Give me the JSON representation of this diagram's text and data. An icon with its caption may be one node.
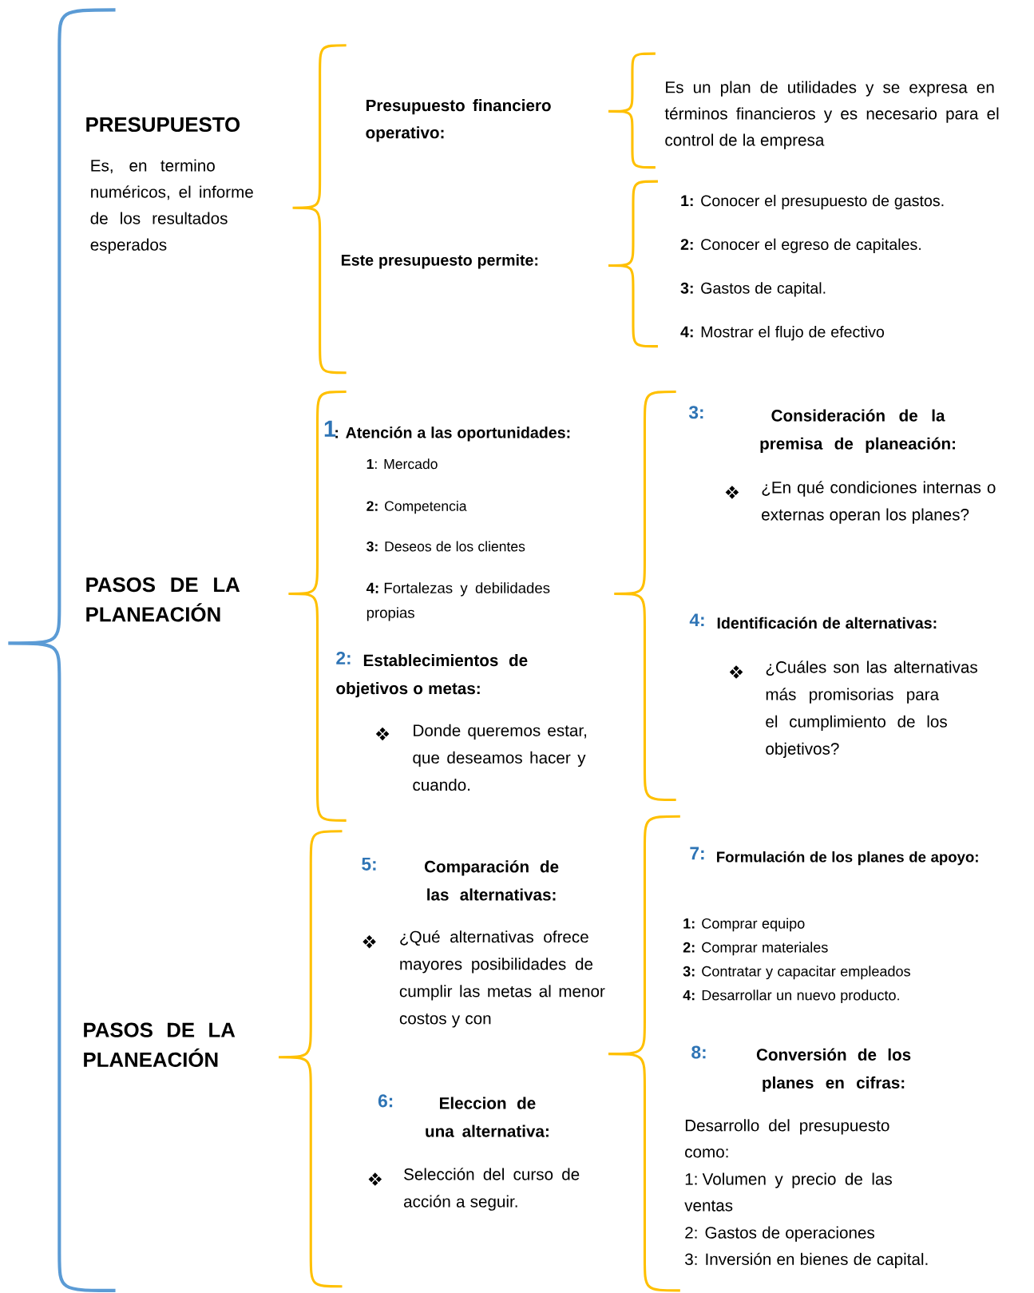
{
  "diagram": {
    "labels": [
      "PRESUPUESTO",
      "Es, en termino numéricos, el informe de los resultados esperados",
      "Presupuesto financiero operativo:",
      "Es un plan de utilidades y se expresa en términos financieros y es necesario para el control de la empresa",
      "Este presupuesto permite:",
      "**1:** Conocer el presupuesto de gastos.",
      "**2:** Conocer el egreso de capitales.",
      "**3:** Gastos de capital.",
      "**4:** Mostrar el flujo de efectivo",
      "PASOS DE LA PLANEACIÓN",
      "1",
      ": Atención a las oportunidades:",
      "**1**: Mercado",
      "**2:** Competencia",
      "**3:** Deseos de los clientes",
      "**4:** Fortalezas y debilidades propias",
      "2:",
      "Establecimientos de objetivos o metas:",
      "Donde queremos estar, que deseamos hacer y cuando.",
      "3:",
      "Consideración de la premisa de planeación:",
      "¿En qué condiciones internas o externas operan los planes?",
      "4:",
      "Identificación de alternativas:",
      "¿Cuáles son las alternativas más promisorias para el cumplimiento de los objetivos?",
      "PASOS DE LA PLANEACIÓN",
      "5:",
      "Comparación de las alternativas:",
      "¿Qué alternativas ofrece mayores posibilidades de cumplir las metas al menor costos y con",
      "6:",
      "Eleccion de una alternativa:",
      "Selección del curso de acción a seguir.",
      "7:",
      "Formulación de los planes de apoyo:",
      "**1:** Comprar equipo",
      "**2:** Comprar materiales",
      "**3:** Contratar y capacitar empleados",
      "**4:** Desarrollar un nuevo producto.",
      "8:",
      "Conversión de los planes en cifras:",
      "Desarrollo del presupuesto como:",
      "1: Volumen y precio de las ventas",
      "2: Gastos de operaciones",
      "3: Inversión en bienes de capital."
    ]
  }
}
